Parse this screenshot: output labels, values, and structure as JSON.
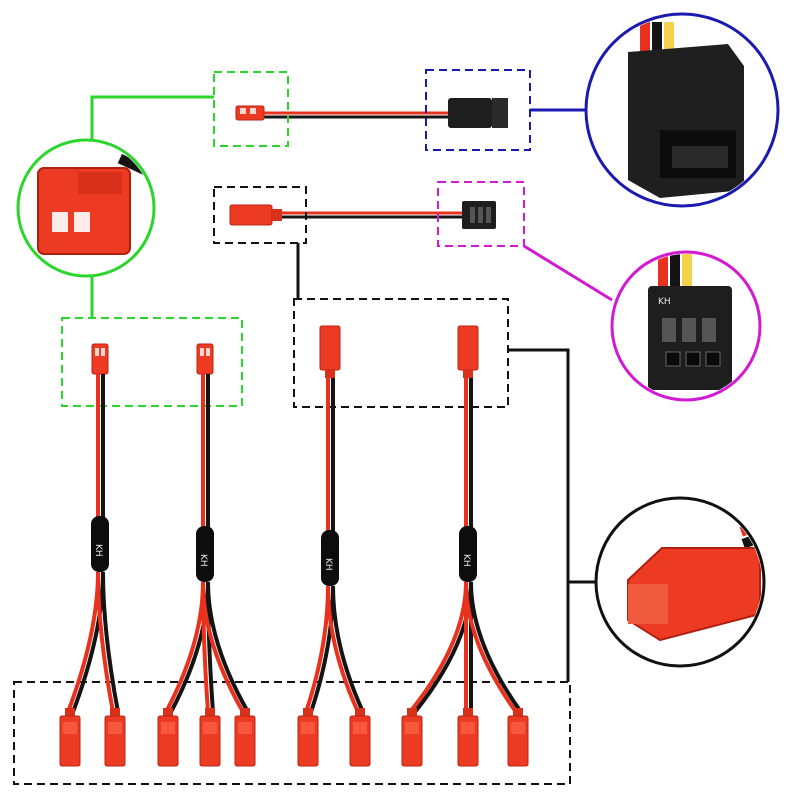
{
  "colors": {
    "background": "#ffffff",
    "wire_red": "#e8321d",
    "wire_black": "#141414",
    "connector_red": "#ec3b22",
    "connector_black": "#1e1e1e",
    "frame_green": "#2bd62b",
    "frame_blue": "#1a1ab0",
    "frame_magenta": "#d21ad2",
    "frame_black": "#111111"
  },
  "sleeve_marks": [
    "KH",
    "KH",
    "KH",
    "KH"
  ],
  "zoom_marks": {
    "servo_socket": "KH"
  }
}
